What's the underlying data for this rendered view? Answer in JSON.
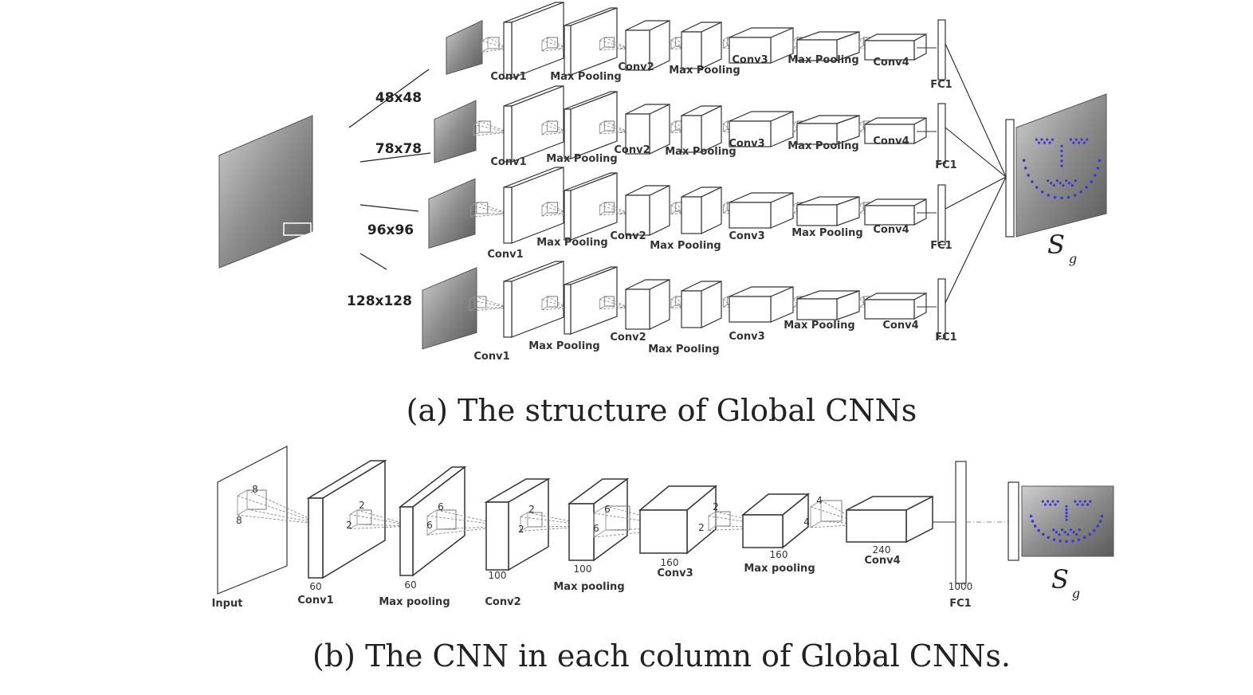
{
  "global_cnns": {
    "scales": [
      "48x48",
      "78x78",
      "96x96",
      "128x128"
    ],
    "layer_labels": [
      "Conv1",
      "Max Pooling",
      "Conv2",
      "Max Pooling",
      "Conv3",
      "Max Pooling",
      "Conv4",
      "FC1"
    ],
    "output_symbol": "S",
    "output_subscript": "g",
    "caption": "(a) The structure of Global CNNs"
  },
  "column_cnn": {
    "input_label": "Input",
    "layers": [
      {
        "label": "Conv1",
        "size": "60",
        "kernel": [
          "8",
          "8"
        ]
      },
      {
        "label": "Max pooling",
        "size": "60",
        "kernel": [
          "2",
          "2"
        ]
      },
      {
        "label": "Conv2",
        "size": "100",
        "kernel": [
          "6",
          "6"
        ]
      },
      {
        "label": "Max pooling",
        "size": "100",
        "kernel": [
          "2",
          "2"
        ]
      },
      {
        "label": "Conv3",
        "size": "160",
        "kernel": [
          "6",
          "6"
        ]
      },
      {
        "label": "Max pooling",
        "size": "160",
        "kernel": [
          "2",
          "2"
        ]
      },
      {
        "label": "Conv4",
        "size": "240",
        "kernel": [
          "4",
          "4"
        ]
      },
      {
        "label": "FC1",
        "size": "1000"
      }
    ],
    "output_symbol": "S",
    "output_subscript": "g",
    "caption": "(b) The CNN in each column of Global CNNs."
  },
  "colors": {
    "line": "#333333",
    "landmark": "#3a3ad0",
    "face": "#9a9a9a"
  }
}
